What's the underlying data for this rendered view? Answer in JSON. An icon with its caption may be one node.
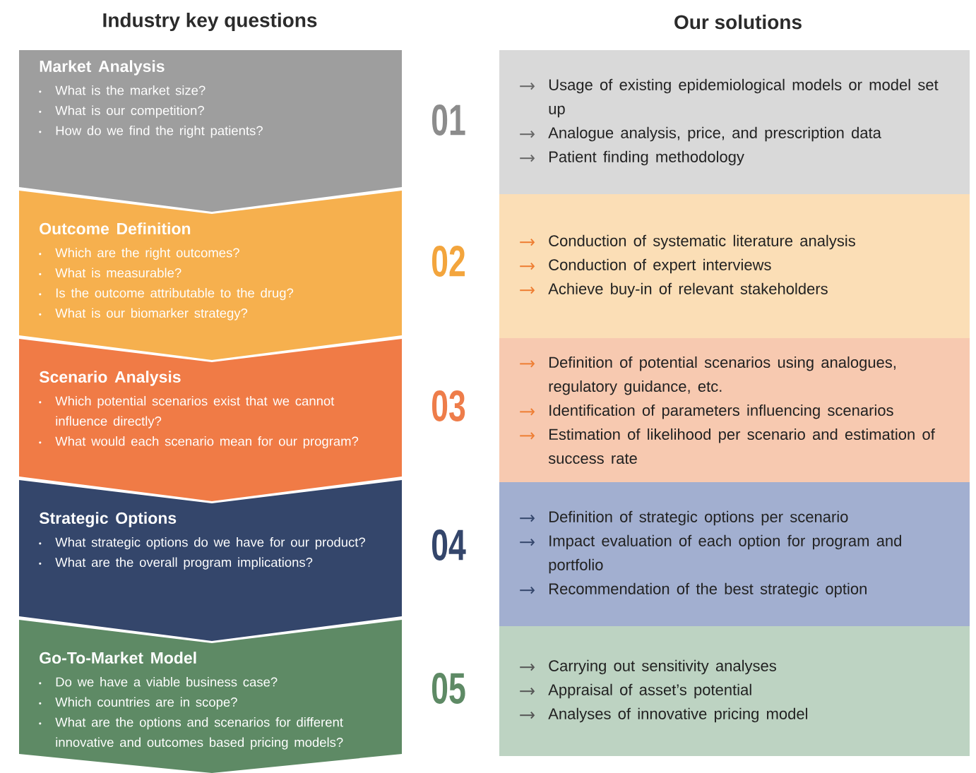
{
  "diagram": {
    "nodes": [
      {
        "text": [
          "Market Analysis",
          "What is the market size?",
          "What is our competition?",
          "How do we find the right patients?"
        ]
      },
      {
        "text": [
          "Outcome Definition",
          "Which are the right outcomes?",
          "What is measurable?",
          "Is the outcome attributable to the drug?",
          "What is our biomarker strategy?"
        ]
      },
      {
        "text": [
          "Scenario Analysis",
          "Which potential scenarios exist that we cannot influence directly?",
          "What would each scenario mean for our program?"
        ]
      },
      {
        "text": [
          "Strategic Options",
          "What strategic options do we have for our product?",
          "What are the overall program implications?"
        ]
      },
      {
        "text": [
          "Go-To-Market Model",
          "Do we have a viable business case?",
          "Which countries are in scope?",
          "What are the options and scenarios for different innovative and outcomes based pricing models?"
        ]
      },
      {
        "text": [
          "Usage of existing epidemiological models or model set up",
          "Analogue analysis, price, and prescription data",
          "Patient finding methodology"
        ]
      },
      {
        "text": [
          "Conduction of systematic literature analysis",
          "Conduction of expert interviews",
          "Achieve buy-in of relevant stakeholders"
        ]
      },
      {
        "text": [
          "Definition of potential scenarios using analogues, regulatory guidance, etc.",
          "Identification of parameters influencing scenarios",
          "Estimation of likelihood per scenario and estimation of success rate"
        ]
      },
      {
        "text": [
          "Definition of strategic options per scenario",
          "Impact evaluation of each option for program and portfolio",
          "Recommendation of the best strategic option"
        ]
      },
      {
        "text": [
          "Carrying out sensitivity analyses",
          "Appraisal of asset’s potential",
          "Analyses of innovative pricing model"
        ]
      }
    ],
    "labels": [
      "Industry key questions",
      "Our solutions",
      "01",
      "02",
      "03",
      "04",
      "05"
    ]
  }
}
